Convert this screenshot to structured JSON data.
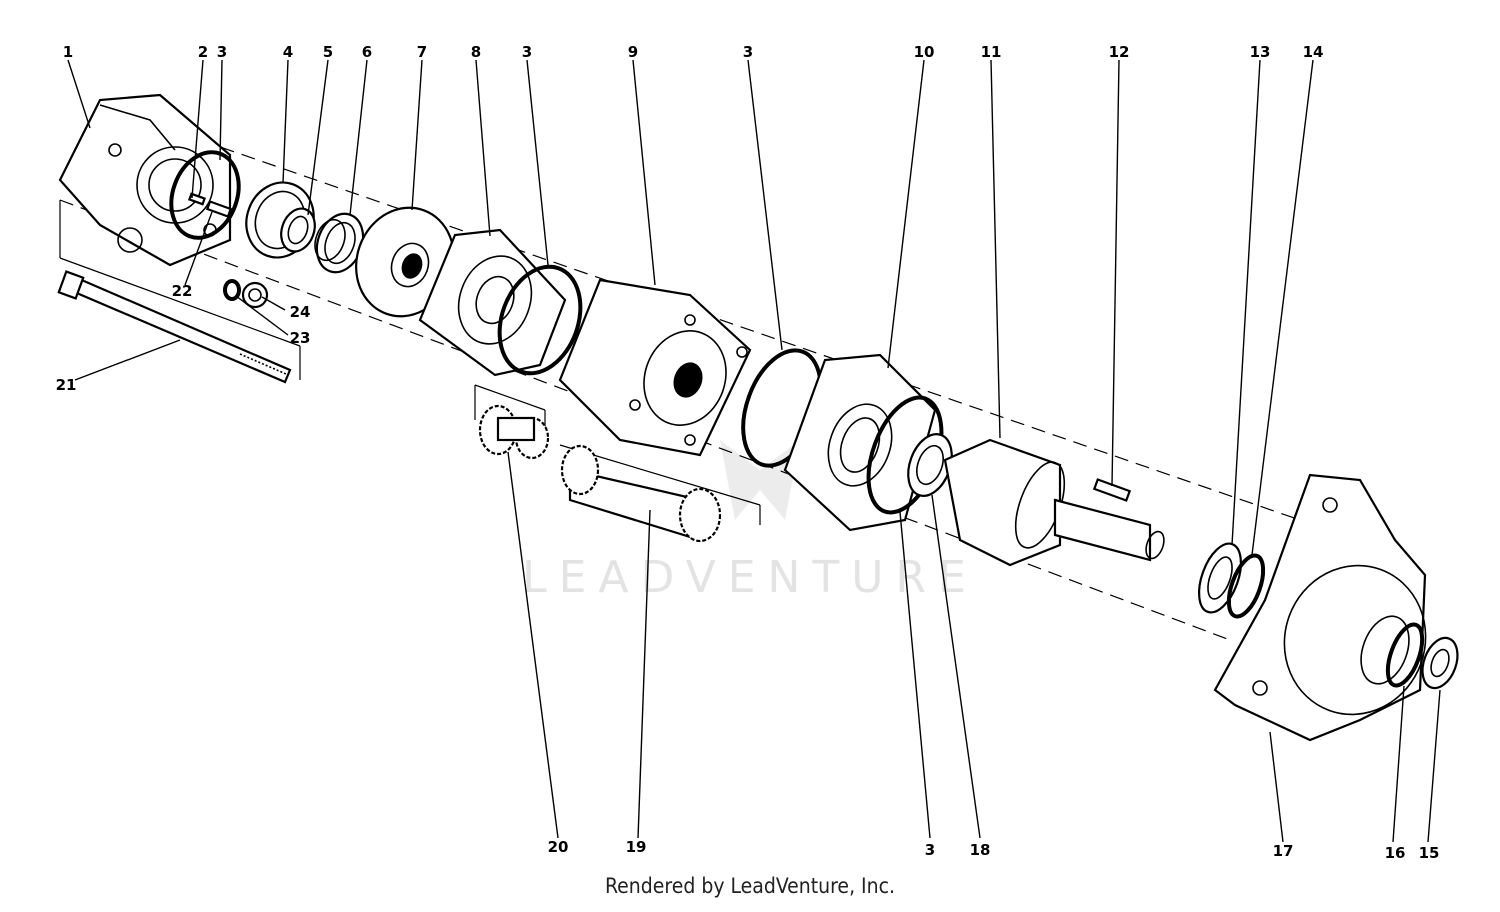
{
  "watermark": "LEADVENTURE",
  "footer": "Rendered by LeadVenture, Inc.",
  "callouts": [
    {
      "id": "c1",
      "label": "1"
    },
    {
      "id": "c2",
      "label": "2"
    },
    {
      "id": "c3a",
      "label": "3"
    },
    {
      "id": "c4",
      "label": "4"
    },
    {
      "id": "c5",
      "label": "5"
    },
    {
      "id": "c6",
      "label": "6"
    },
    {
      "id": "c7",
      "label": "7"
    },
    {
      "id": "c8",
      "label": "8"
    },
    {
      "id": "c3b",
      "label": "3"
    },
    {
      "id": "c9",
      "label": "9"
    },
    {
      "id": "c3c",
      "label": "3"
    },
    {
      "id": "c10",
      "label": "10"
    },
    {
      "id": "c11",
      "label": "11"
    },
    {
      "id": "c12",
      "label": "12"
    },
    {
      "id": "c13",
      "label": "13"
    },
    {
      "id": "c14",
      "label": "14"
    },
    {
      "id": "c22",
      "label": "22"
    },
    {
      "id": "c24",
      "label": "24"
    },
    {
      "id": "c23",
      "label": "23"
    },
    {
      "id": "c21",
      "label": "21"
    },
    {
      "id": "c20",
      "label": "20"
    },
    {
      "id": "c19",
      "label": "19"
    },
    {
      "id": "c3d",
      "label": "3"
    },
    {
      "id": "c18",
      "label": "18"
    },
    {
      "id": "c17",
      "label": "17"
    },
    {
      "id": "c16",
      "label": "16"
    },
    {
      "id": "c15",
      "label": "15"
    }
  ]
}
